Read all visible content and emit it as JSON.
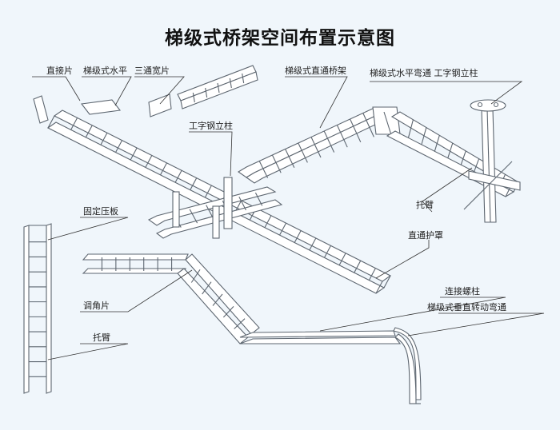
{
  "title": "梯级式桥架空间布置示意图",
  "labels": {
    "straight_joint": "直接片",
    "ladder_horizontal": "梯级式水平",
    "tee_wide": "三通宽片",
    "straight_tray": "梯级式直通桥架",
    "elbow_post": "梯级式水平弯通 工字钢立柱",
    "i_beam_post": "工字钢立柱",
    "bracket_right": "托臂",
    "straight_cover": "直通护罩",
    "fixing_plate": "固定压板",
    "angle_piece": "调角片",
    "bracket_left": "托臂",
    "connecting_bolt": "连接螺柱",
    "vertical_elbow": "梯级式垂直转动弯通"
  }
}
